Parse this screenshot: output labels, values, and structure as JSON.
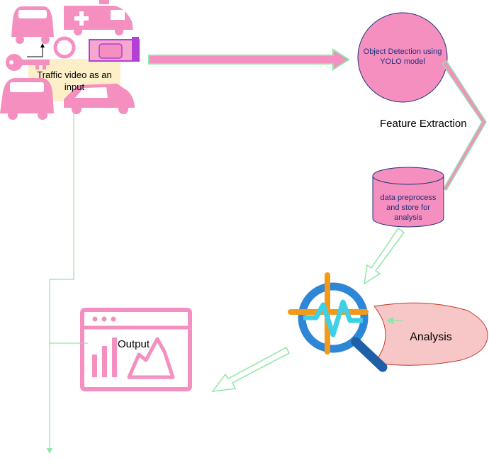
{
  "nodes": {
    "input_label": [
      "Traffic video as an",
      "input"
    ],
    "detection_label": [
      "Object Detection using",
      "YOLO model"
    ],
    "feature_label": "Feature Extraction",
    "preprocess_label": [
      "data preprocess",
      "and store for",
      "analysis"
    ],
    "analysis_label": "Analysis",
    "output_label": "Output"
  },
  "colors": {
    "pink": "#f48fbf",
    "pink_dark": "#e96fab",
    "green": "#8fe6a8",
    "purple": "#b23fd6",
    "cream": "#fdf0c8",
    "navy": "#1f2f7a",
    "salmon": "#f7c6c6",
    "magnifier_blue": "#2e86d6",
    "crosshair_orange": "#f39a1d",
    "pulse_cyan": "#3fd0e8"
  }
}
